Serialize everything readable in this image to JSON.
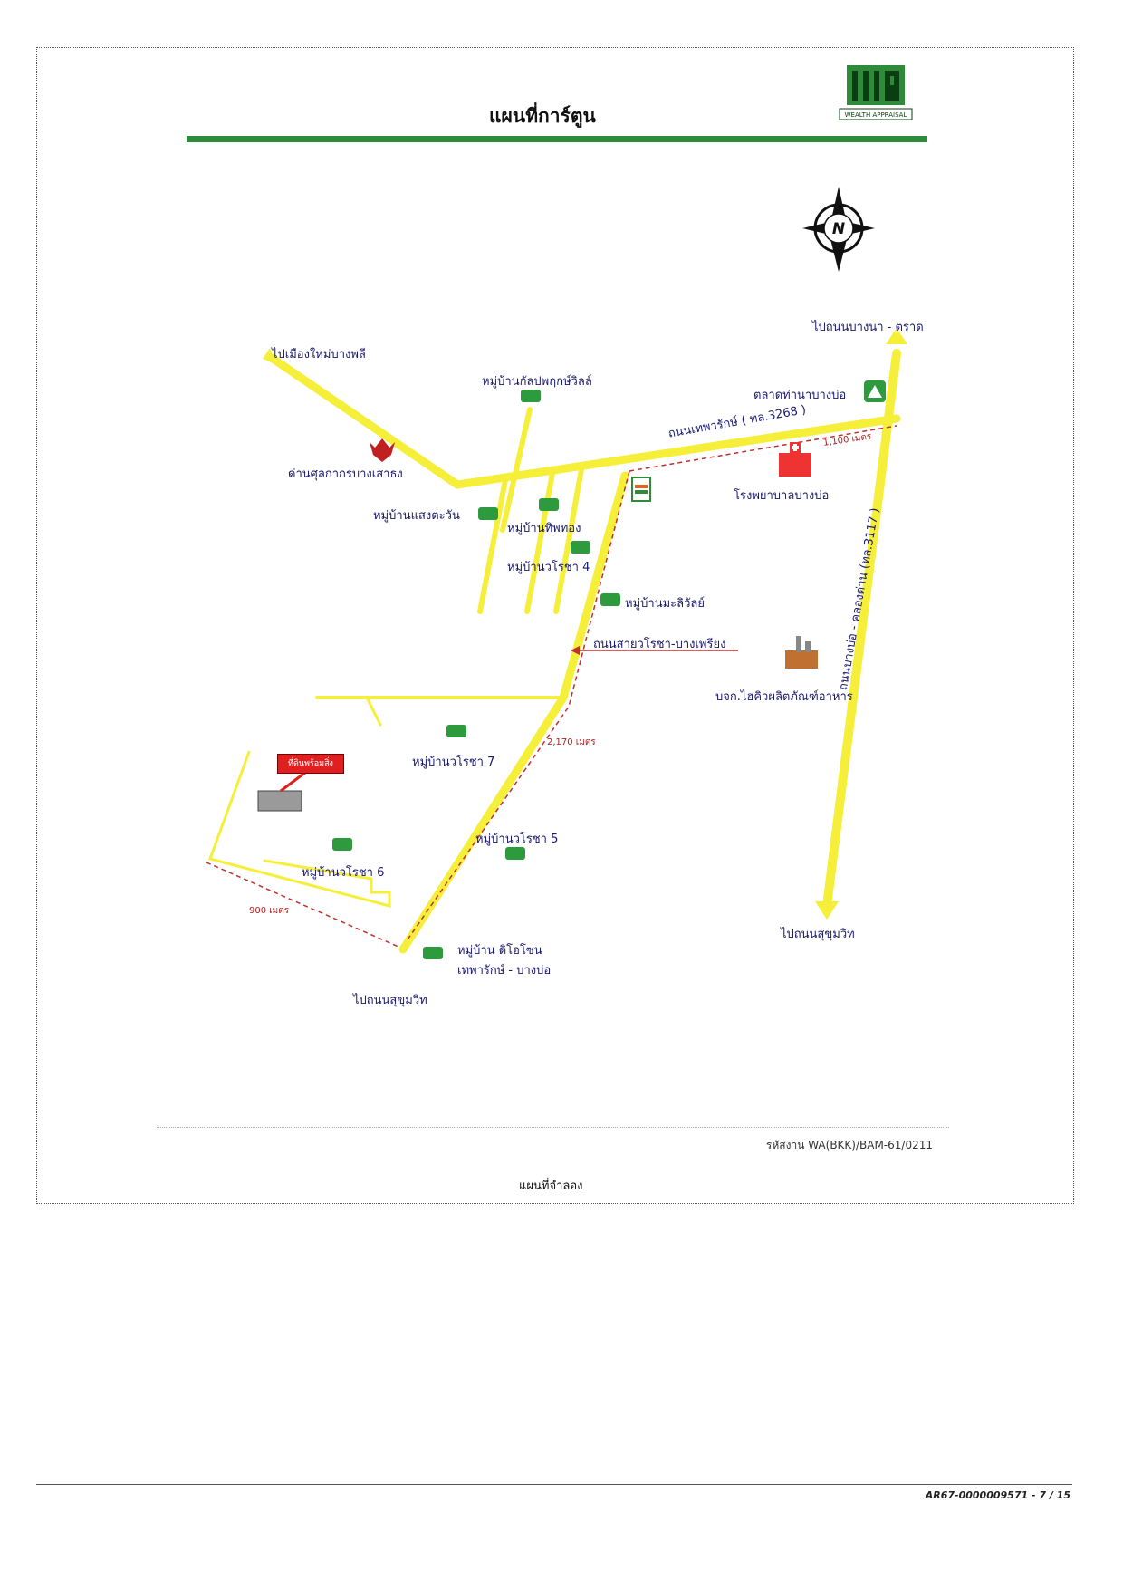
{
  "header": {
    "title": "แผนที่การ์ตูน",
    "logo_caption": "WEALTH APPRAISAL"
  },
  "compass": {
    "letter": "N"
  },
  "labels": {
    "to_bangphli": "ไปเมืองใหม่บางพลี",
    "to_bangna_trat": "ไปถนนบางนา - ตราด",
    "kanlapaphruek": "หมู่บ้านกัลปพฤกษ์วิลล์",
    "market": "ตลาดท่านาบางบ่อ",
    "customs": "ด่านศุลกากรบางเสาธง",
    "road_thepharak": "ถนนเทพารักษ์ ( ทล.3268 )",
    "dist_1100": "1,100 เมตร",
    "hospital": "โรงพยาบาลบางบ่อ",
    "saengtawan": "หมู่บ้านแสงตะวัน",
    "thipthong": "หมู่บ้านทิพทอง",
    "worachacha4": "หมู่บ้านวโรชา 4",
    "malivan": "หมู่บ้านมะลิวัลย์",
    "road_bangbo": "ถนนบางบ่อ - คลองด่าน (ทล.3117 )",
    "road_sai": "ถนนสายวโรชา-บางเพรียง",
    "company": "บจก.ไฮคิวผลิตภัณฑ์อาหาร",
    "worachacha7": "หมู่บ้านวโรชา 7",
    "dist_2170": "2,170 เมตร",
    "worachacha5": "หมู่บ้านวโรชา 5",
    "worachacha6": "หมู่บ้านวโรชา 6",
    "dist_900": "900 เมตร",
    "dio_1": "หมู่บ้าน ดิโอโซน",
    "dio_2": "เทพารักษ์ - บางบ่อ",
    "to_sukhumvit_left": "ไปถนนสุขุมวิท",
    "to_sukhumvit_right": "ไปถนนสุขุมวิท",
    "target": "ที่ดินพร้อมสิ่ง"
  },
  "footer": {
    "ref_code": "รหัสงาน WA(BKK)/BAM-61/0211",
    "caption": "แผนที่จำลอง",
    "page_number": "AR67-0000009571 - 7 / 15"
  },
  "colors": {
    "road": "#f5ef3a",
    "accent": "#2e8b3a",
    "distance": "#b02020",
    "target": "#e02020"
  }
}
